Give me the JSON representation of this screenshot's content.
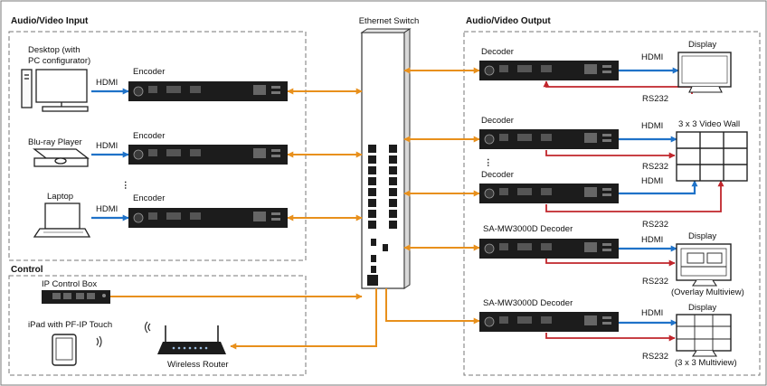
{
  "sections": {
    "input": "Audio/Video Input",
    "output": "Audio/Video Output",
    "control": "Control",
    "switch": "Ethernet Switch"
  },
  "sources": {
    "desktop_line1": "Desktop (with",
    "desktop_line2": "PC configurator)",
    "bluray": "Blu-ray Player",
    "laptop": "Laptop"
  },
  "devices": {
    "encoder": "Encoder",
    "decoder": "Decoder",
    "mw_decoder": "SA-MW3000D Decoder"
  },
  "links": {
    "hdmi": "HDMI",
    "rs232": "RS232"
  },
  "control": {
    "ip_box": "IP Control Box",
    "ipad": "iPad with PF-IP Touch",
    "router": "Wireless Router"
  },
  "displays": {
    "display": "Display",
    "video_wall": "3 x 3 Video Wall",
    "overlay": "(Overlay Multiview)",
    "multiview": "(3 x 3 Multiview)"
  },
  "ellipsis": "⋮",
  "colors": {
    "ethernet": "#e8901c",
    "hdmi": "#1f72c8",
    "rs232": "#c0252b",
    "device": "#1c1c1c",
    "frame": "#777777"
  }
}
